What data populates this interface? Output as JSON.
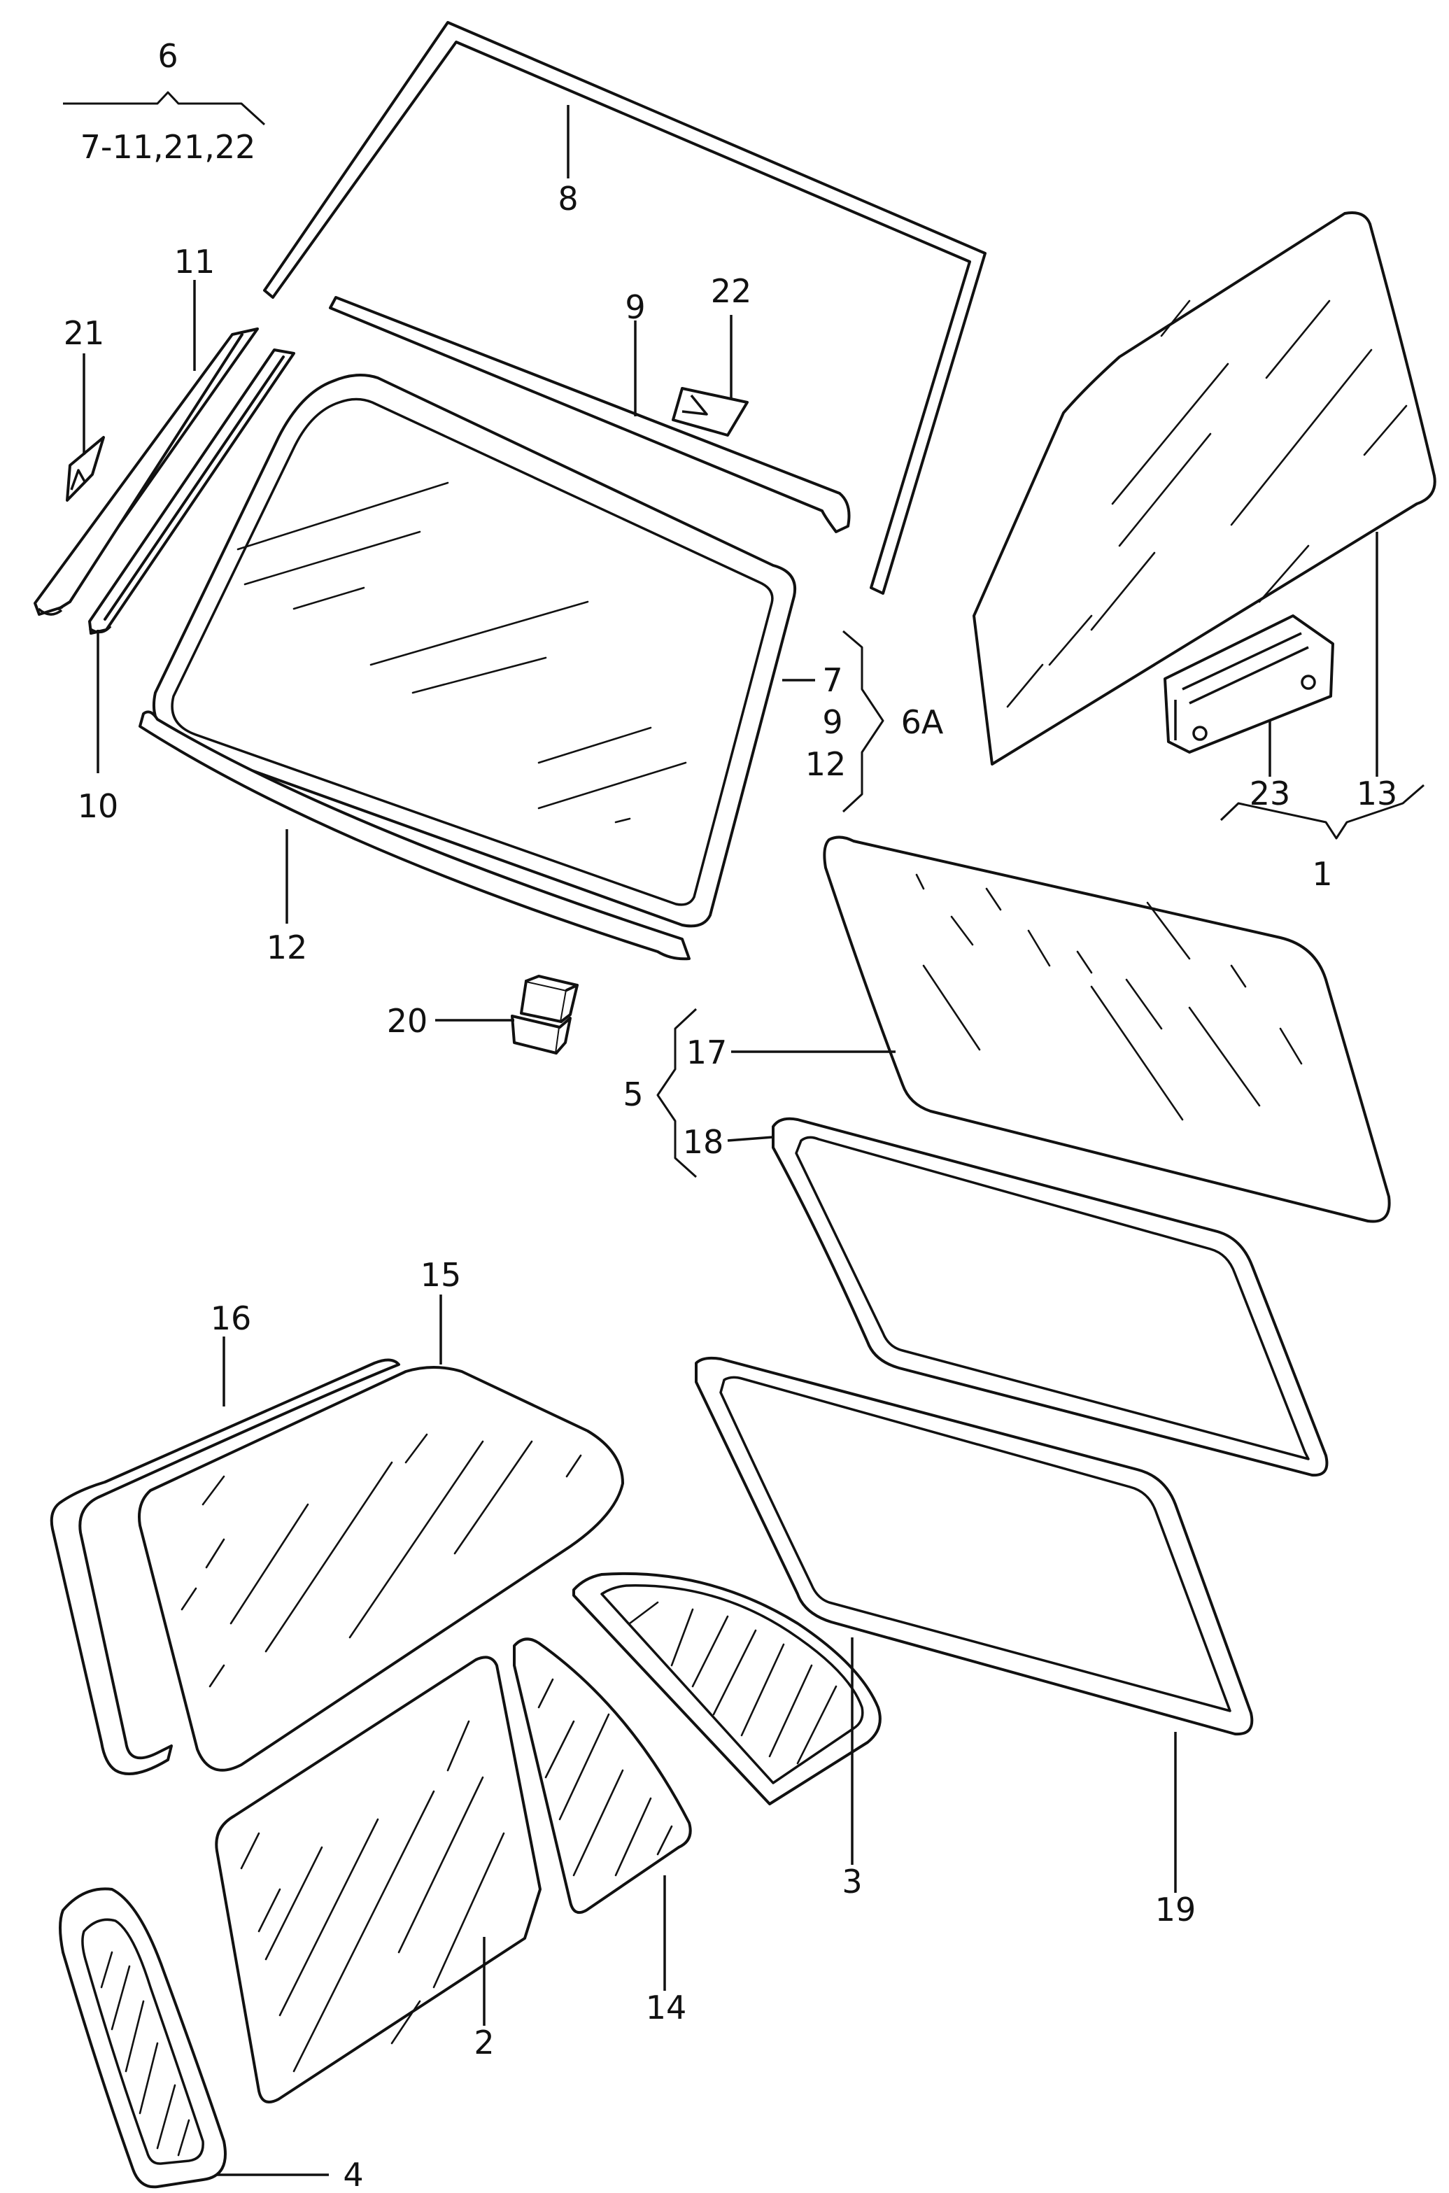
{
  "callouts": {
    "c1": "1",
    "c2": "2",
    "c3": "3",
    "c4": "4",
    "c5": "5",
    "c6": "6",
    "c6_range": "7-11,21,22",
    "c6a": "6A",
    "c7": "7",
    "c8": "8",
    "c9a": "9",
    "c9b": "9",
    "c10": "10",
    "c11": "11",
    "c12a": "12",
    "c12b": "12",
    "c13": "13",
    "c14": "14",
    "c15": "15",
    "c16": "16",
    "c17": "17",
    "c18": "18",
    "c19": "19",
    "c20": "20",
    "c21": "21",
    "c22": "22",
    "c23": "23"
  }
}
